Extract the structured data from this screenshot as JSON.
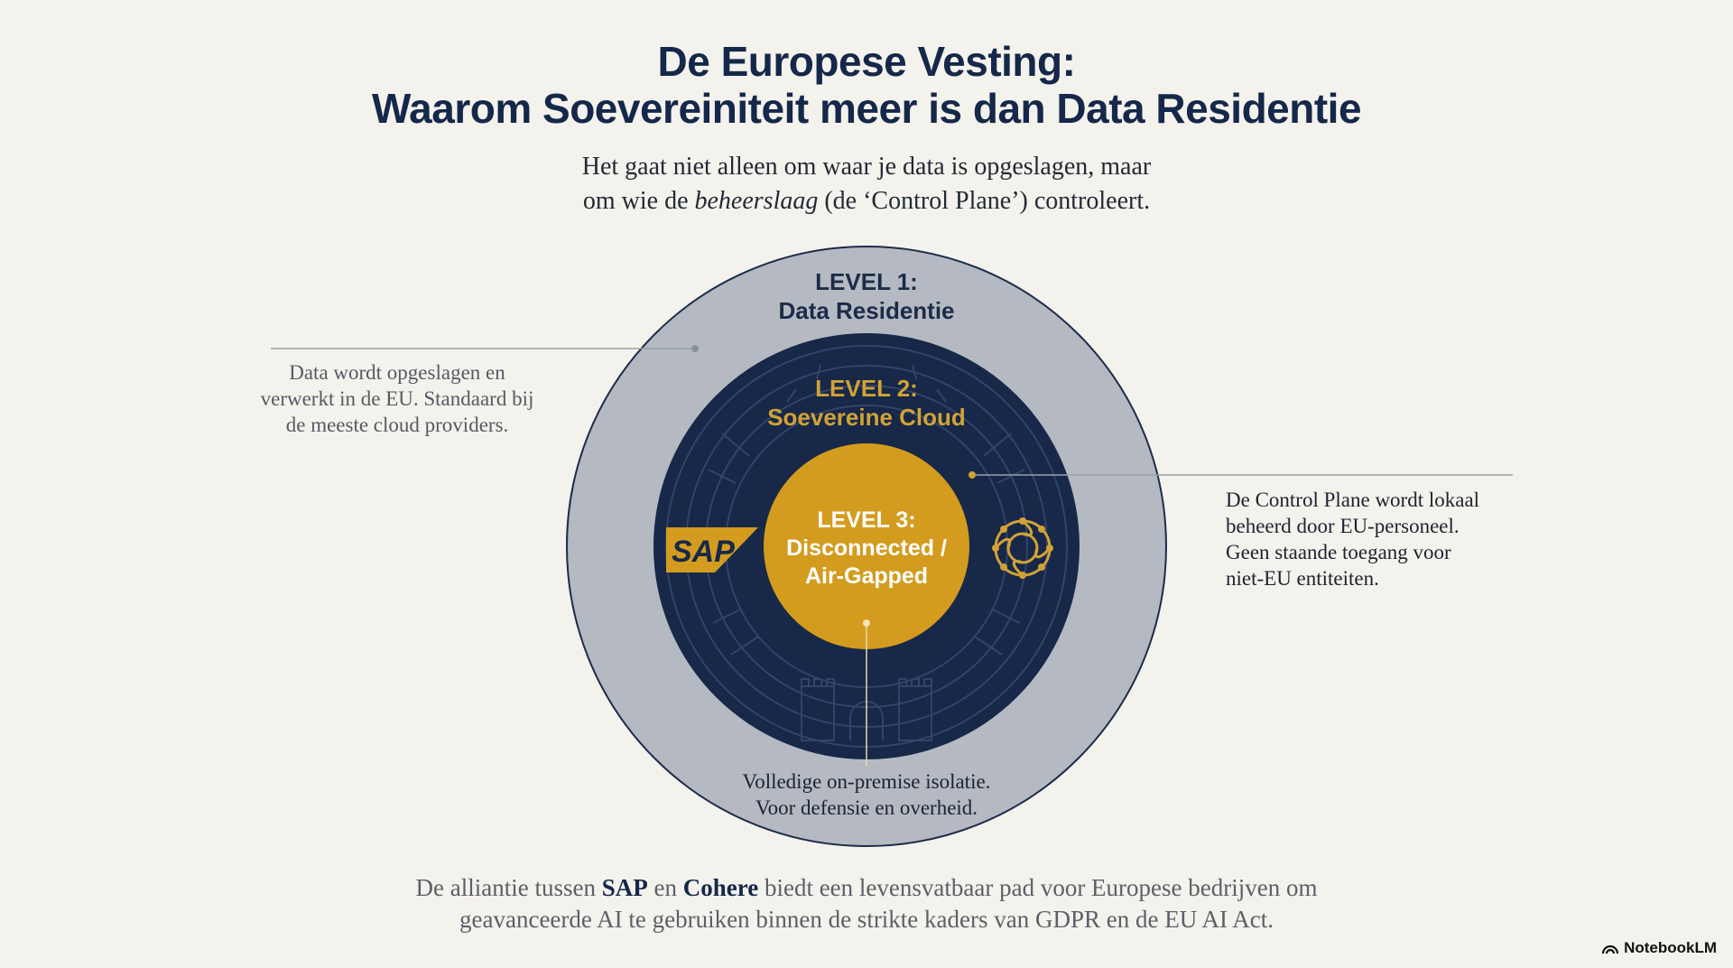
{
  "title": {
    "line1": "De Europese Vesting:",
    "line2": "Waarom Soevereiniteit meer is dan Data Residentie"
  },
  "subtitle": {
    "line1": "Het gaat niet alleen om waar je data is opgeslagen, maar",
    "line2_pre": "om wie de ",
    "line2_em": "beheerslaag",
    "line2_post": " (de ‘Control Plane’) controleert."
  },
  "levels": {
    "level1": {
      "label": "LEVEL 1:",
      "name": "Data Residentie"
    },
    "level2": {
      "label": "LEVEL 2:",
      "name": "Soevereine Cloud"
    },
    "level3": {
      "label": "LEVEL 3:",
      "name_line1": "Disconnected /",
      "name_line2": "Air-Gapped"
    }
  },
  "notes": {
    "level1": {
      "line1": "Data wordt opgeslagen en",
      "line2": "verwerkt in de EU. Standaard bij",
      "line3": "de meeste cloud providers."
    },
    "level2": {
      "line1": "De Control Plane wordt lokaal",
      "line2": "beheerd door EU-personeel.",
      "line3": "Geen staande toegang voor",
      "line4": "niet-EU entiteiten."
    },
    "level3": {
      "line1": "Volledige on-premise isolatie.",
      "line2": "Voor defensie en overheid."
    }
  },
  "logos": {
    "sap": "SAP",
    "cohere_icon": "cohere-icon"
  },
  "footer": {
    "line1_pre": "De alliantie tussen ",
    "line1_b1": "SAP",
    "line1_mid": " en ",
    "line1_b2": "Cohere",
    "line1_post": " biedt een levensvatbaar pad voor Europese bedrijven om",
    "line2": "geavanceerde AI te gebruiken binnen de strikte kaders van GDPR en de EU AI Act."
  },
  "brand": {
    "name": "NotebookLM"
  },
  "colors": {
    "background": "#f4f2ec",
    "ring_outer": "#b4b9c2",
    "ring_middle": "#172848",
    "core": "#d39c1f",
    "accent_gold": "#d2a235",
    "title": "#15284a"
  }
}
